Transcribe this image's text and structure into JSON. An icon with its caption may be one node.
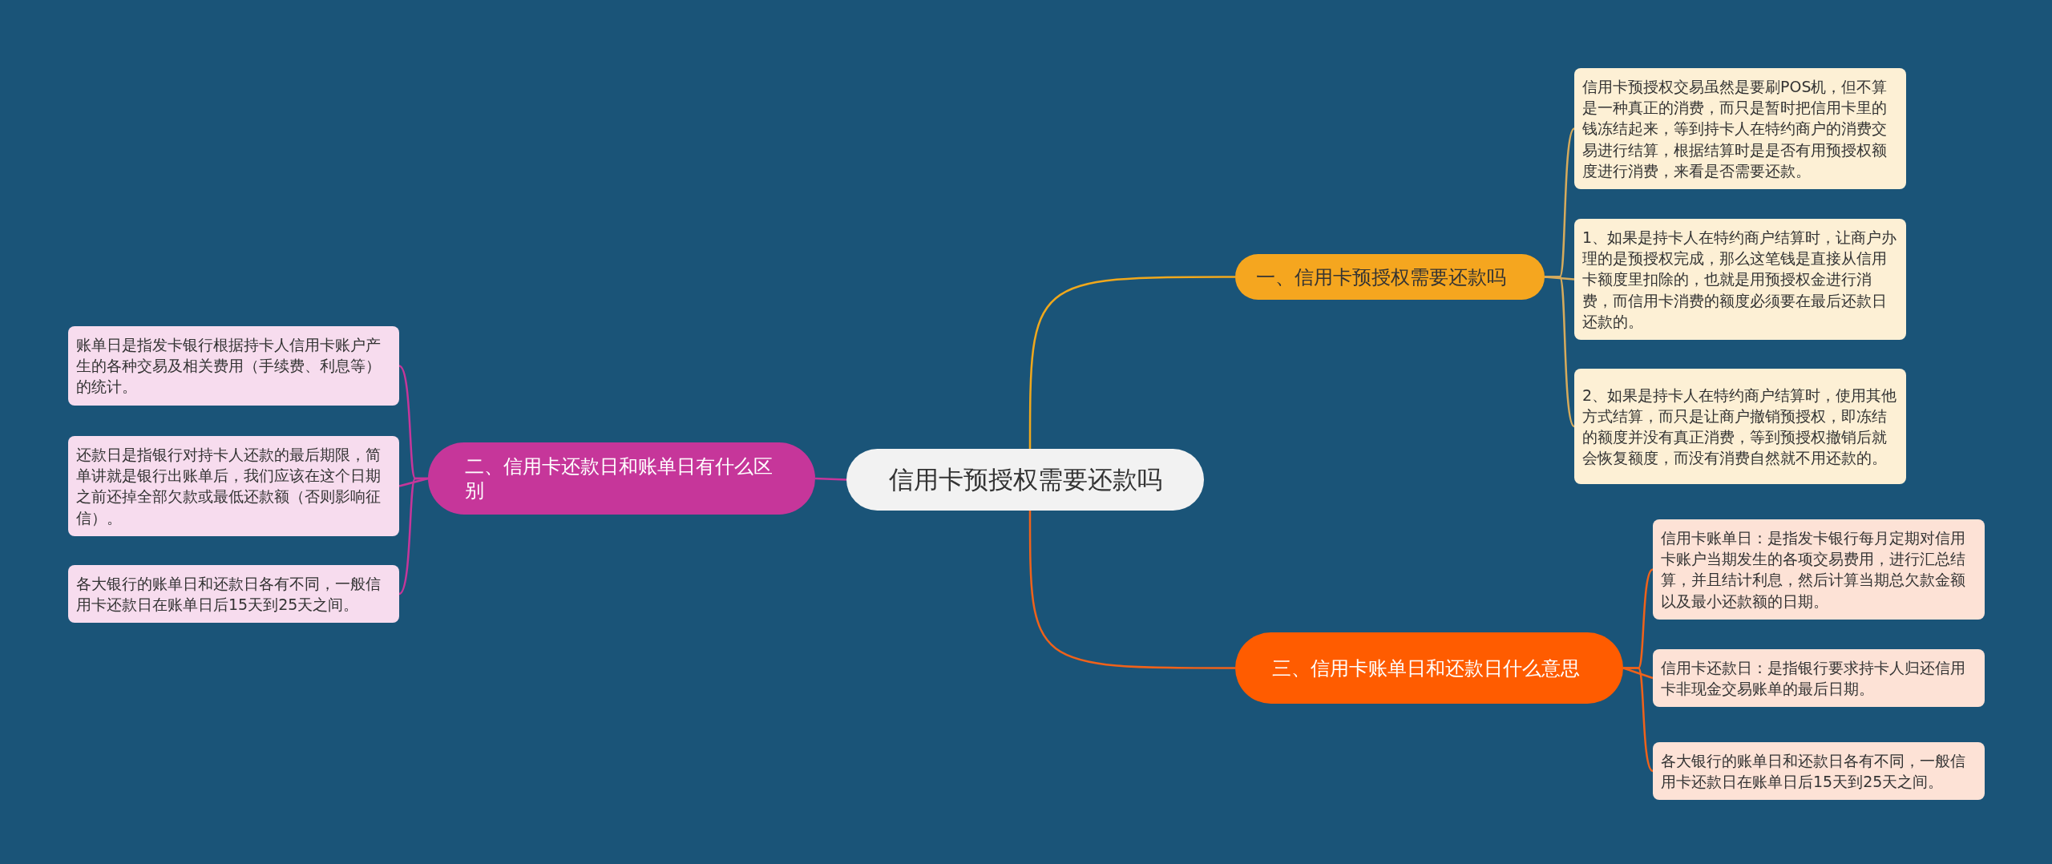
{
  "diagram": {
    "nodes": [
      {
        "text": [
          "信用卡预授权需要还款吗"
        ]
      },
      {
        "text": [
          "一、信用卡预授权需要还款吗"
        ]
      },
      {
        "text": [
          "信用卡预授权交易虽然是要刷POS机，但不算是一种真正的消费，而只是暂时把信用卡里的钱冻结起来，等到持卡人在特约商户的消费交易进行结算，根据结算时是是否有用预授权额度进行消费，来看是否需要还款。"
        ]
      },
      {
        "text": [
          "1、如果是持卡人在特约商户结算时，让商户办理的是预授权完成，那么这笔钱是直接从信用卡额度里扣除的，也就是用预授权金进行消费，而信用卡消费的额度必须要在最后还款日还款的。"
        ]
      },
      {
        "text": [
          "2、如果是持卡人在特约商户结算时，使用其他方式结算，而只是让商户撤销预授权，即冻结的额度并没有真正消费，等到预授权撤销后就会恢复额度，而没有消费自然就不用还款的。"
        ]
      },
      {
        "text": [
          "二、信用卡还款日和账单日有什么区别"
        ]
      },
      {
        "text": [
          "账单日是指发卡银行根据持卡人信用卡账户产生的各种交易及相关费用（手续费、利息等）的统计。"
        ]
      },
      {
        "text": [
          "还款日是指银行对持卡人还款的最后期限，简单讲就是银行出账单后，我们应该在这个日期之前还掉全部欠款或最低还款额（否则影响征信）。"
        ]
      },
      {
        "text": [
          "各大银行的账单日和还款日各有不同，一般信用卡还款日在账单日后15天到25天之间。"
        ]
      },
      {
        "text": [
          "三、信用卡账单日和还款日什么意思"
        ]
      },
      {
        "text": [
          "信用卡账单日：是指发卡银行每月定期对信用卡账户当期发生的各项交易费用，进行汇总结算，并且结计利息，然后计算当期总欠款金额以及最小还款额的日期。"
        ]
      },
      {
        "text": [
          "信用卡还款日：是指银行要求持卡人归还信用卡非现金交易账单的最后日期。"
        ]
      },
      {
        "text": [
          "各大银行的账单日和还款日各有不同，一般信用卡还款日在账单日后15天到25天之间。"
        ]
      }
    ],
    "edges": [
      {
        "from": 0,
        "to": 1,
        "arrow": "none",
        "color": "#f0a81c"
      },
      {
        "from": 1,
        "to": 2,
        "arrow": "none",
        "color": "#d6ab5c"
      },
      {
        "from": 1,
        "to": 3,
        "arrow": "none",
        "color": "#d6ab5c"
      },
      {
        "from": 1,
        "to": 4,
        "arrow": "none",
        "color": "#d6ab5c"
      },
      {
        "from": 0,
        "to": 5,
        "arrow": "none",
        "color": "#c6369a"
      },
      {
        "from": 5,
        "to": 6,
        "arrow": "none",
        "color": "#c6369a"
      },
      {
        "from": 5,
        "to": 7,
        "arrow": "none",
        "color": "#c6369a"
      },
      {
        "from": 5,
        "to": 8,
        "arrow": "none",
        "color": "#c6369a"
      },
      {
        "from": 0,
        "to": 9,
        "arrow": "none",
        "color": "#f0621a"
      },
      {
        "from": 9,
        "to": 10,
        "arrow": "none",
        "color": "#f0621a"
      },
      {
        "from": 9,
        "to": 11,
        "arrow": "none",
        "color": "#f0621a"
      },
      {
        "from": 9,
        "to": 12,
        "arrow": "none",
        "color": "#f0621a"
      }
    ]
  }
}
